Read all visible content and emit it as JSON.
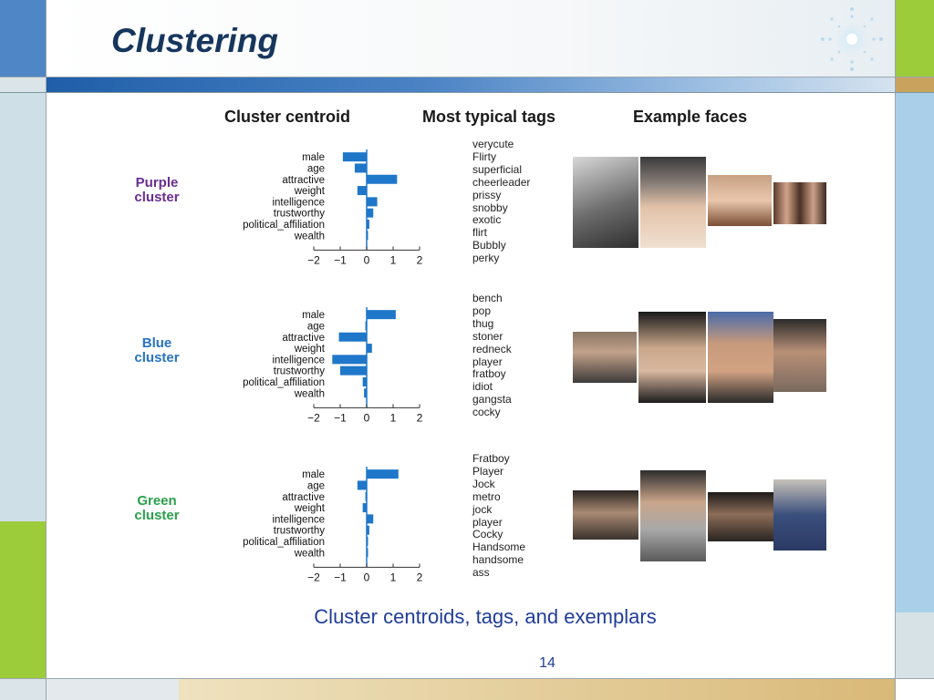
{
  "slide": {
    "title": "Clustering",
    "caption": "Cluster centroids, tags, and exemplars",
    "page_number": "14"
  },
  "figure": {
    "headers": {
      "centroid": "Cluster centroid",
      "tags": "Most typical tags",
      "faces": "Example faces"
    },
    "attributes": [
      "male",
      "age",
      "attractive",
      "weight",
      "intelligence",
      "trustworthy",
      "political_affiliation",
      "wealth"
    ],
    "tick_labels": [
      "−2",
      "−1",
      "0",
      "1",
      "2"
    ],
    "bar_color": "#1f77c9",
    "clusters": [
      {
        "name_line1": "Purple",
        "name_line2": "cluster",
        "color": "#6a2c91",
        "tags": [
          "verycute",
          "Flirty",
          "superficial",
          "cheerleader",
          "prissy",
          "snobby",
          "exotic",
          "flirt",
          "Bubbly",
          "perky"
        ]
      },
      {
        "name_line1": "Blue",
        "name_line2": "cluster",
        "color": "#2673c2",
        "tags": [
          "bench",
          "pop",
          "thug",
          "stoner",
          "redneck",
          "player",
          "fratboy",
          "idiot",
          "gangsta",
          "cocky"
        ]
      },
      {
        "name_line1": "Green",
        "name_line2": "cluster",
        "color": "#2aa04a",
        "tags": [
          "Fratboy",
          "Player",
          "Jock",
          "metro",
          "jock",
          "player",
          "Cocky",
          "Handsome",
          "handsome",
          "ass"
        ]
      }
    ]
  },
  "chart_data": [
    {
      "type": "bar",
      "orientation": "horizontal",
      "categories": [
        "male",
        "age",
        "attractive",
        "weight",
        "intelligence",
        "trustworthy",
        "political_affiliation",
        "wealth"
      ],
      "values": [
        -0.9,
        -0.45,
        1.15,
        -0.35,
        0.4,
        0.25,
        0.1,
        0.05
      ],
      "xlim": [
        -2,
        2
      ],
      "xticks": [
        "−2",
        "−1",
        "0",
        "1",
        "2"
      ]
    },
    {
      "type": "bar",
      "orientation": "horizontal",
      "categories": [
        "male",
        "age",
        "attractive",
        "weight",
        "intelligence",
        "trustworthy",
        "political_affiliation",
        "wealth"
      ],
      "values": [
        1.1,
        -0.05,
        -1.05,
        0.2,
        -1.3,
        -1.0,
        -0.15,
        -0.1
      ],
      "xlim": [
        -2,
        2
      ],
      "xticks": [
        "−2",
        "−1",
        "0",
        "1",
        "2"
      ]
    },
    {
      "type": "bar",
      "orientation": "horizontal",
      "categories": [
        "male",
        "age",
        "attractive",
        "weight",
        "intelligence",
        "trustworthy",
        "political_affiliation",
        "wealth"
      ],
      "values": [
        1.2,
        -0.35,
        -0.05,
        -0.15,
        0.25,
        0.1,
        0.05,
        0.05
      ],
      "xlim": [
        -2,
        2
      ],
      "xticks": [
        "−2",
        "−1",
        "0",
        "1",
        "2"
      ]
    }
  ]
}
